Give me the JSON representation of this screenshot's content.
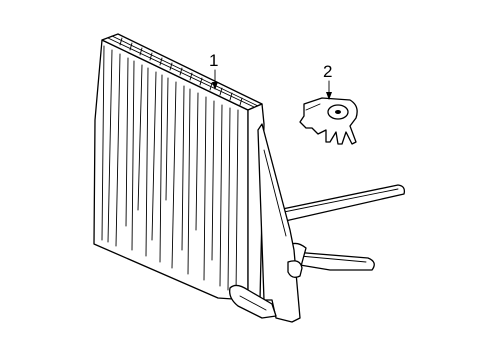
{
  "callouts": [
    {
      "id": 1,
      "label": "1"
    },
    {
      "id": 2,
      "label": "2"
    }
  ]
}
